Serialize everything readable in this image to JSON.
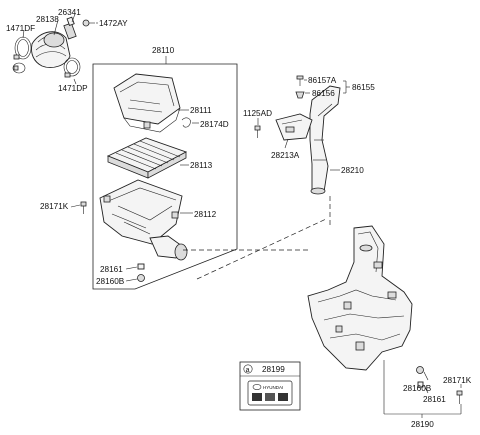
{
  "labels": {
    "l_26341": "26341",
    "l_28138": "28138",
    "l_1472AY": "1472AY",
    "l_1471DF": "1471DF",
    "l_1471DP": "1471DP",
    "l_28110": "28110",
    "l_28111": "28111",
    "l_28174D": "28174D",
    "l_28113": "28113",
    "l_28171K_left": "28171K",
    "l_28112": "28112",
    "l_28161_left": "28161",
    "l_28160B_left": "28160B",
    "l_86157A": "86157A",
    "l_86156": "86156",
    "l_86155": "86155",
    "l_1125AD": "1125AD",
    "l_28213A": "28213A",
    "l_28210": "28210",
    "l_28199": "28199",
    "l_28160B_right": "28160B",
    "l_28161_right": "28161",
    "l_28171K_right": "28171K",
    "l_28190": "28190",
    "callout_a": "a",
    "brand": "HYUNDAI"
  }
}
